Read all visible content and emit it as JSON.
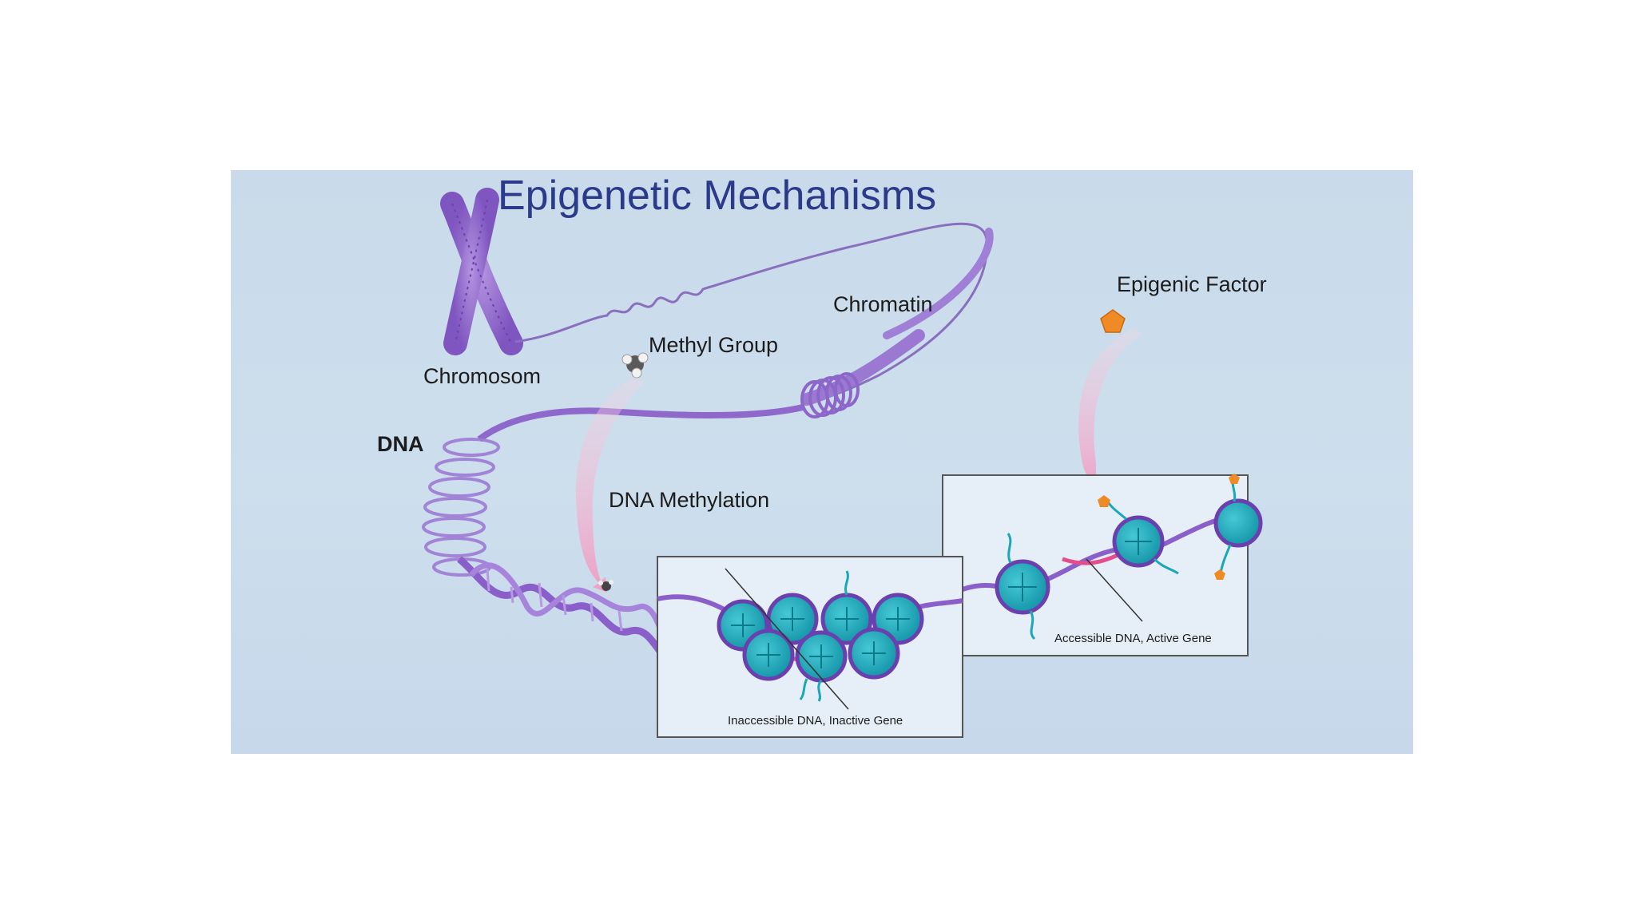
{
  "title": "Epigenetic Mechanisms",
  "labels": {
    "chromosome": "Chromosom",
    "chromatin": "Chromatin",
    "methyl_group": "Methyl Group",
    "dna": "DNA",
    "dna_methylation": "DNA Methylation",
    "epigenetic_factor": "Epigenic Factor",
    "inactive_gene": "Inaccessible DNA, Inactive Gene",
    "active_gene": "Accessible DNA, Active Gene"
  },
  "colors": {
    "background": "#cbdcec",
    "title": "#2b3a8a",
    "dna_strand": "#8a5cc8",
    "histone": "#1aa7b8",
    "epigenetic_factor": "#f08a24",
    "methylation_arrow": "#f2b4cf"
  }
}
